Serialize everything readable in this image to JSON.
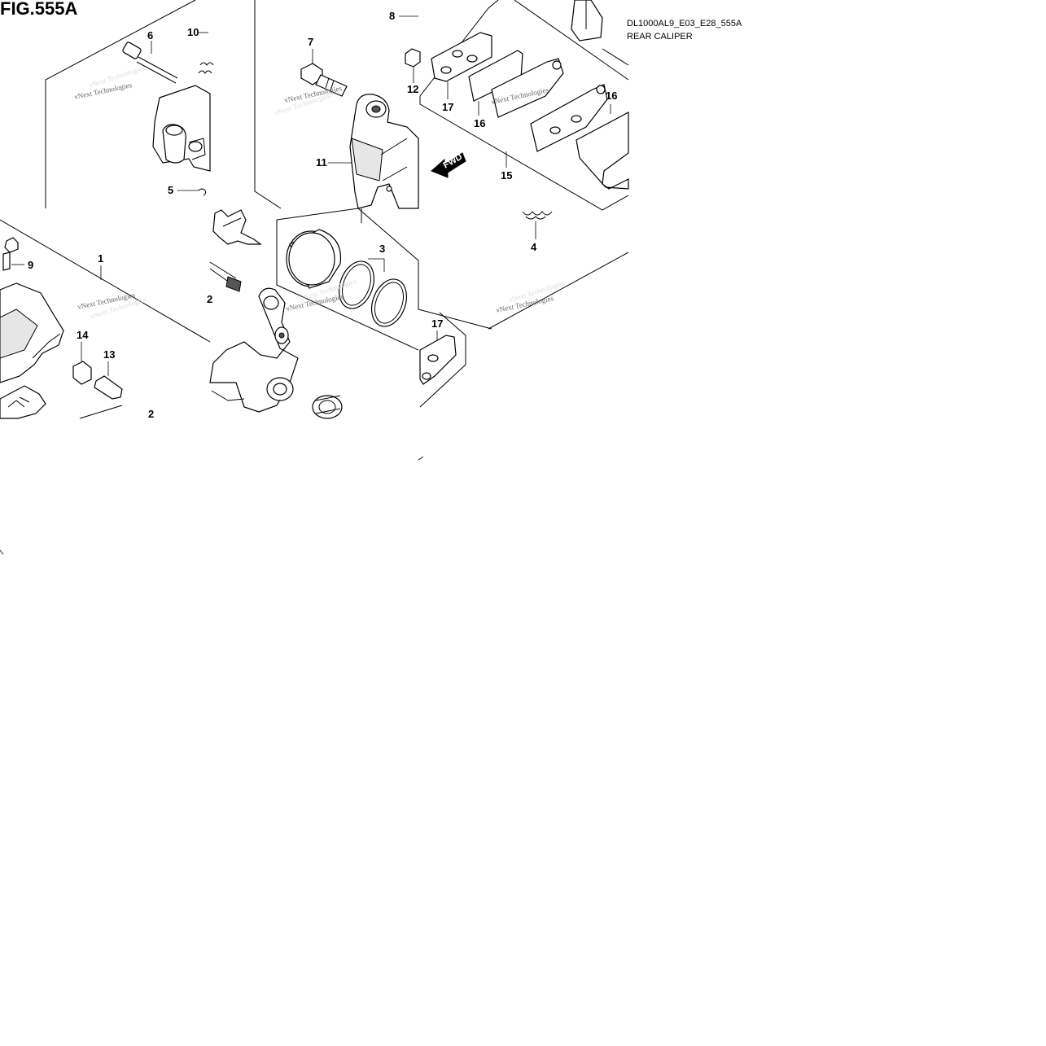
{
  "figure": {
    "title": "FIG.555A",
    "code": "DL1000AL9_E03_E28_555A",
    "name": "REAR CALIPER"
  },
  "watermark": "vNext Technologies",
  "direction_label": "FWD",
  "callouts": {
    "c1": "1",
    "c2": "2",
    "c3": "3",
    "c4": "4",
    "c5": "5",
    "c6": "6",
    "c7": "7",
    "c8": "8",
    "c9": "9",
    "c10": "10",
    "c11": "11",
    "c12": "12",
    "c13": "13",
    "c14": "14",
    "c15": "15",
    "c16a": "16",
    "c16b": "16",
    "c17a": "17",
    "c17b": "17",
    "c2b": "2"
  }
}
